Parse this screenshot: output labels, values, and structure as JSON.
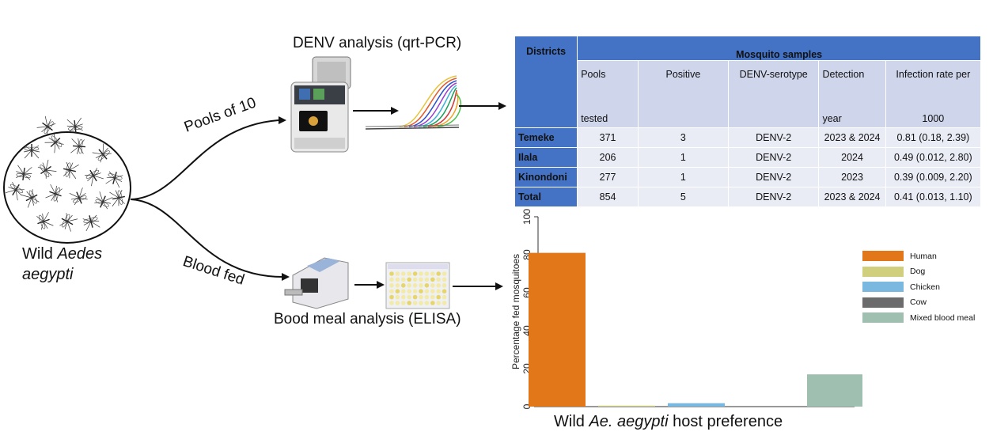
{
  "labels": {
    "wild_line1_a": "Wild ",
    "wild_line1_b": "Aedes",
    "wild_line2": "aegypti",
    "pools": "Pools of 10",
    "blood_fed": "Blood fed",
    "denv_analysis": "DENV analysis (qrt-PCR)",
    "blood_meal_analysis": "Bood meal analysis (ELISA)"
  },
  "table": {
    "districts_header": "Districts",
    "samples_header": "Mosquito samples",
    "columns": [
      {
        "top": "Pools",
        "bottom": "tested"
      },
      {
        "top": "Positive",
        "bottom": ""
      },
      {
        "top": "DENV-serotype",
        "bottom": ""
      },
      {
        "top": "Detection",
        "bottom": "year"
      },
      {
        "top": "Infection rate per",
        "bottom": "1000"
      }
    ],
    "rows": [
      {
        "district": "Temeke",
        "pools": "371",
        "positive": "3",
        "serotype": "DENV-2",
        "year": "2023 & 2024",
        "rate": "0.81 (0.18, 2.39)"
      },
      {
        "district": "Ilala",
        "pools": "206",
        "positive": "1",
        "serotype": "DENV-2",
        "year": "2024",
        "rate": "0.49 (0.012, 2.80)"
      },
      {
        "district": "Kinondoni",
        "pools": "277",
        "positive": "1",
        "serotype": "DENV-2",
        "year": "2023",
        "rate": "0.39 (0.009, 2.20)"
      },
      {
        "district": "Total",
        "pools": "854",
        "positive": "5",
        "serotype": "DENV-2",
        "year": "2023 & 2024",
        "rate": "0.41 (0.013, 1.10)"
      }
    ]
  },
  "chart_data": {
    "type": "bar",
    "title_a": "Wild ",
    "title_b": "Ae. aegypti",
    "title_c": " host preference",
    "ylabel": "Percentage fed mosquitoes",
    "ylim": [
      0,
      100
    ],
    "yticks": [
      "0",
      "20",
      "40",
      "60",
      "80",
      "100"
    ],
    "categories": [
      "Human",
      "Dog",
      "Chicken",
      "Cow",
      "Mixed blood meal"
    ],
    "values": [
      81,
      0.5,
      1.8,
      0,
      17
    ],
    "colors": [
      "#e2771a",
      "#cfcf7e",
      "#7ab8e0",
      "#6b6b6b",
      "#9fbfb1"
    ],
    "legend_position": "right"
  }
}
